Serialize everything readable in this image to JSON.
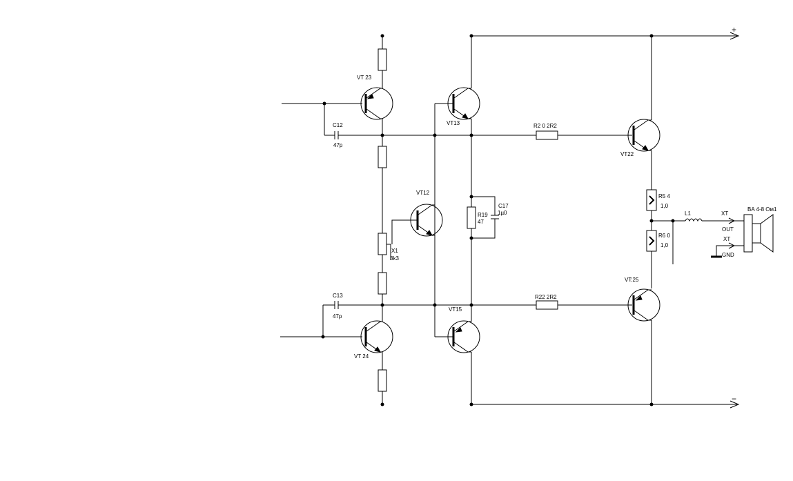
{
  "transistors": {
    "vt23": "VT 23",
    "vt13": "VT13",
    "vt12": "VT12",
    "vt15": "VT15",
    "vt24": "VT 24",
    "vt22": "VT22",
    "vt25": "VT:25"
  },
  "capacitors": {
    "c12_name": "C12",
    "c12_value": "47p",
    "c13_name": "C13",
    "c13_value": "47p",
    "c17_name": "C17",
    "c17_value": "1µ0"
  },
  "resistors": {
    "r19_name": "R19",
    "r19_value": "47",
    "r20": "R2 0 2R2",
    "r22": "R22 2R2",
    "r54_name": "R5 4",
    "r54_value": "1,0",
    "r60_name": "R6 0",
    "r60_value": "1,0",
    "x1_name": "X1",
    "x1_value": "3k3"
  },
  "output": {
    "l1": "L1",
    "xt_out": "XT",
    "out": "OUT",
    "xt_gnd": "XT",
    "gnd": "GND",
    "speaker": "BA 4-8 Ом1"
  },
  "rails": {
    "plus": "+",
    "minus": "−"
  }
}
